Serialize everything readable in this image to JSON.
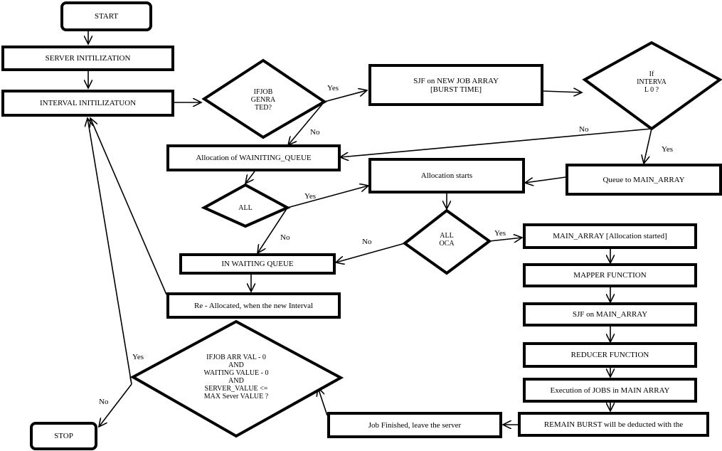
{
  "diagram": {
    "type": "flowchart",
    "nodes": {
      "start": "START",
      "server_init": "SERVER INITILIZATION",
      "interval_init": "INTERVAL INITILIZATUON",
      "if_job_generated": "IFJOB\nGENRA\nTED?",
      "sjf_new_job": "SJF on NEW  JOB  ARRAY\n[BURST  TIME]",
      "if_interval": "If\nINTERVA\nL      0 ?",
      "alloc_waiting_queue": "Allocation of WAINITING_QUEUE",
      "queue_main_array": "Queue to MAIN_ARRAY",
      "alloc_starts": "Allocation starts",
      "all_decision": "ALL",
      "all_oca": "ALL\nOCA",
      "in_waiting_queue": "IN WAITING  QUEUE",
      "main_array_alloc": "MAIN_ARRAY [Allocation started]",
      "mapper": "MAPPER FUNCTION",
      "sjf_main": "SJF on MAIN_ARRAY",
      "reducer": "REDUCER FUNCTION",
      "execution": "Execution of JOBS in MAIN  ARRAY",
      "remain_burst": "REMAIN  BURST will be deducted with the",
      "re_allocated": "Re  - Allocated, when the new Interval",
      "final_check": "IFJOB  ARR  VAL  -  0\nAND\nWAITING  VALUE  -  0\nAND\nSERVER_VALUE <=\nMAX  Sever VALUE ?",
      "job_finished": "Job Finished, leave the server",
      "stop": "STOP"
    },
    "edge_labels": {
      "job_yes": "Yes",
      "job_no": "No",
      "interval_no": "No",
      "interval_yes": "Yes",
      "all_yes": "Yes",
      "all_no": "No",
      "oca_no": "No",
      "oca_yes": "Yes",
      "final_yes": "Yes",
      "final_no": "No"
    }
  }
}
